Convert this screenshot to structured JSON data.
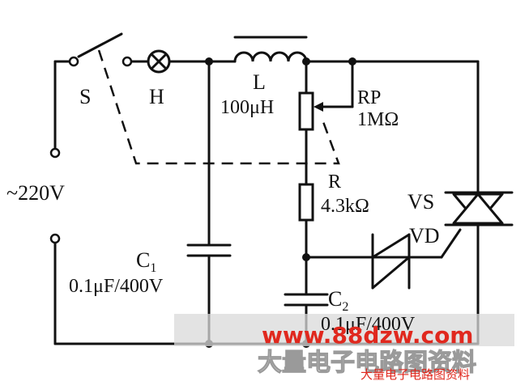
{
  "components": {
    "switch": {
      "label": "S"
    },
    "lamp": {
      "label": "H"
    },
    "inductor": {
      "label": "L",
      "value": "100μH"
    },
    "potentiometer": {
      "label": "RP",
      "value": "1MΩ"
    },
    "resistor": {
      "label": "R",
      "value": "4.3kΩ"
    },
    "diac": {
      "label": "VD"
    },
    "triac": {
      "label": "VS"
    },
    "cap1": {
      "label": "C",
      "sub": "1",
      "value": "0.1μF/400V"
    },
    "cap2": {
      "label": "C",
      "sub": "2",
      "value": "0.1μF/400V"
    },
    "source": {
      "label": "~220V"
    }
  },
  "watermark": {
    "url": "www.88dzw.com",
    "title": "大量电子电路图资料",
    "sub": "大量电子电路图资料"
  },
  "colors": {
    "wire": "#111111",
    "watermark_url": "#e0281e",
    "watermark_band": "#d9d9d9"
  }
}
